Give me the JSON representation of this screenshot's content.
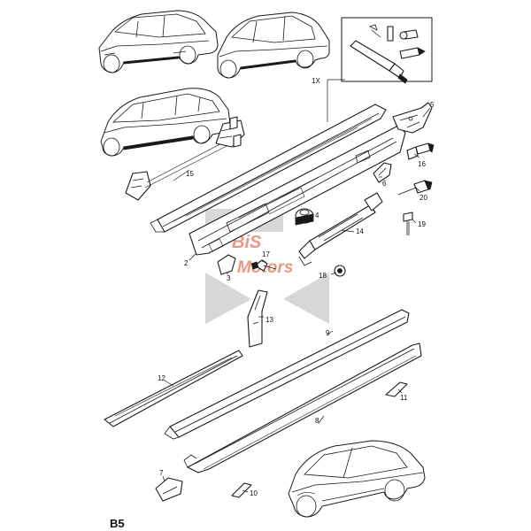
{
  "page_code": "B5",
  "watermark": {
    "line1": "BiS",
    "line2": "Motors",
    "color": "#d9441c",
    "shape_color": "#b8b8b8"
  },
  "callouts": [
    "1X",
    "5",
    "16",
    "6",
    "20",
    "4",
    "15",
    "14",
    "19",
    "2",
    "17",
    "3",
    "18",
    "13",
    "9",
    "12",
    "11",
    "8",
    "7",
    "10"
  ]
}
